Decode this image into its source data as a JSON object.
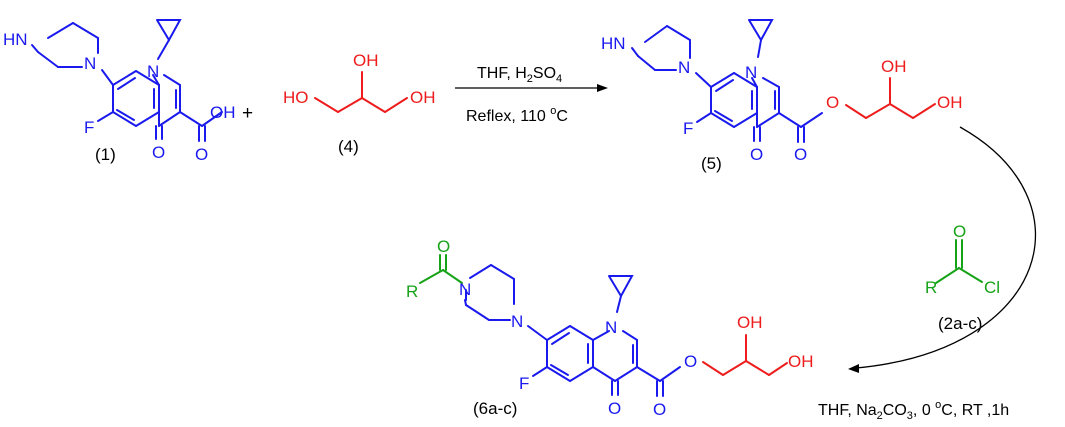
{
  "colors": {
    "core": "#1a1aee",
    "glycerol": "#ee1c1c",
    "acyl": "#17a317",
    "ink": "#000000"
  },
  "compound_1": {
    "label": "(1)",
    "atoms": {
      "hn": "HN",
      "n_piperazine": "N",
      "n_ring": "N",
      "f": "F",
      "o_keto": "O",
      "oh_acid": "OH",
      "o_acid": "O"
    }
  },
  "plus_sign": "+",
  "compound_4": {
    "label": "(4)",
    "atoms": {
      "oh_left": "HO",
      "oh_top": "OH",
      "oh_right": "OH"
    }
  },
  "step_1": {
    "reagents_main": "THF,  H",
    "reagents_sub": "2",
    "reagents_tail": "SO",
    "reagents_sub2": "4",
    "conditions_main": "Reflex, 110 ",
    "conditions_sup": "o",
    "conditions_tail": "C"
  },
  "compound_5": {
    "label": "(5)",
    "atoms": {
      "hn": "HN",
      "n_piperazine": "N",
      "n_ring": "N",
      "f": "F",
      "o_keto": "O",
      "o_carbonyl": "O",
      "o_ester": "O",
      "oh_top": "OH",
      "oh_end": "OH"
    }
  },
  "reagent_2": {
    "label": "(2a-c)",
    "atoms": {
      "o": "O",
      "r": "R",
      "cl": "Cl"
    }
  },
  "step_2": {
    "a": "THF,  Na",
    "a_sub": "2",
    "b": "CO",
    "b_sub": "3",
    "c": ", 0 ",
    "c_sup": "o",
    "d": "C, RT ,1h"
  },
  "compound_6": {
    "label": "(6a-c)",
    "atoms": {
      "o_acyl": "O",
      "r": "R",
      "n_amide": "N",
      "n_piperazine": "N",
      "n_ring": "N",
      "f": "F",
      "o_keto": "O",
      "o_carbonyl": "O",
      "o_ester": "O",
      "oh_top": "OH",
      "oh_end": "OH"
    }
  }
}
